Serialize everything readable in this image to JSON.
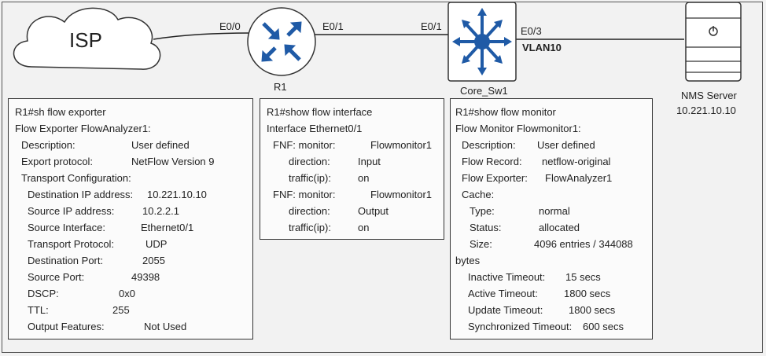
{
  "topology": {
    "isp": {
      "label": "ISP"
    },
    "r1": {
      "label": "R1",
      "port_left": "E0/0",
      "port_right": "E0/1"
    },
    "core_sw": {
      "label": "Core_Sw1",
      "port_left": "E0/1",
      "port_right": "E0/3",
      "vlan": "VLAN10"
    },
    "nms": {
      "label": "NMS Server",
      "ip": "10.221.10.10"
    }
  },
  "exporter_panel": {
    "command": "R1#sh flow exporter",
    "header": "Flow Exporter FlowAnalyzer1:",
    "rows": [
      {
        "label": "Description:",
        "value": "User defined"
      },
      {
        "label": "Export protocol:",
        "value": "NetFlow Version 9"
      },
      {
        "label": "Transport Configuration:",
        "value": ""
      },
      {
        "label": "Destination IP address:",
        "value": "10.221.10.10"
      },
      {
        "label": "Source IP address:",
        "value": "10.2.2.1"
      },
      {
        "label": "Source Interface:",
        "value": "Ethernet0/1"
      },
      {
        "label": "Transport Protocol:",
        "value": "UDP"
      },
      {
        "label": "Destination Port:",
        "value": "2055"
      },
      {
        "label": "Source Port:",
        "value": "49398"
      },
      {
        "label": "DSCP:",
        "value": "0x0"
      },
      {
        "label": "TTL:",
        "value": "255"
      },
      {
        "label": "Output Features:",
        "value": "Not Used"
      }
    ]
  },
  "interface_panel": {
    "command": "R1#show flow interface",
    "header": "Interface Ethernet0/1",
    "rows": [
      {
        "label": "FNF:  monitor:",
        "value": "Flowmonitor1"
      },
      {
        "label": "direction:",
        "value": "Input"
      },
      {
        "label": "traffic(ip):",
        "value": "on"
      },
      {
        "label": "FNF:  monitor:",
        "value": "Flowmonitor1"
      },
      {
        "label": "direction:",
        "value": "Output"
      },
      {
        "label": "traffic(ip):",
        "value": "on"
      }
    ]
  },
  "monitor_panel": {
    "command": "R1#show flow monitor",
    "header": "Flow Monitor Flowmonitor1:",
    "rows": [
      {
        "label": "Description:",
        "value": "User defined"
      },
      {
        "label": "Flow Record:",
        "value": "netflow-original"
      },
      {
        "label": "Flow Exporter:",
        "value": "FlowAnalyzer1"
      },
      {
        "label": "Cache:",
        "value": ""
      },
      {
        "label": "Type:",
        "value": "normal"
      },
      {
        "label": "Status:",
        "value": "allocated"
      },
      {
        "label": "Size:",
        "value": "4096 entries / 344088"
      },
      {
        "label": "bytes",
        "value": ""
      },
      {
        "label": "Inactive Timeout:",
        "value": "15 secs"
      },
      {
        "label": "Active Timeout:",
        "value": "1800 secs"
      },
      {
        "label": "Update Timeout:",
        "value": "1800 secs"
      },
      {
        "label": "Synchronized Timeout:",
        "value": "600 secs"
      }
    ]
  }
}
